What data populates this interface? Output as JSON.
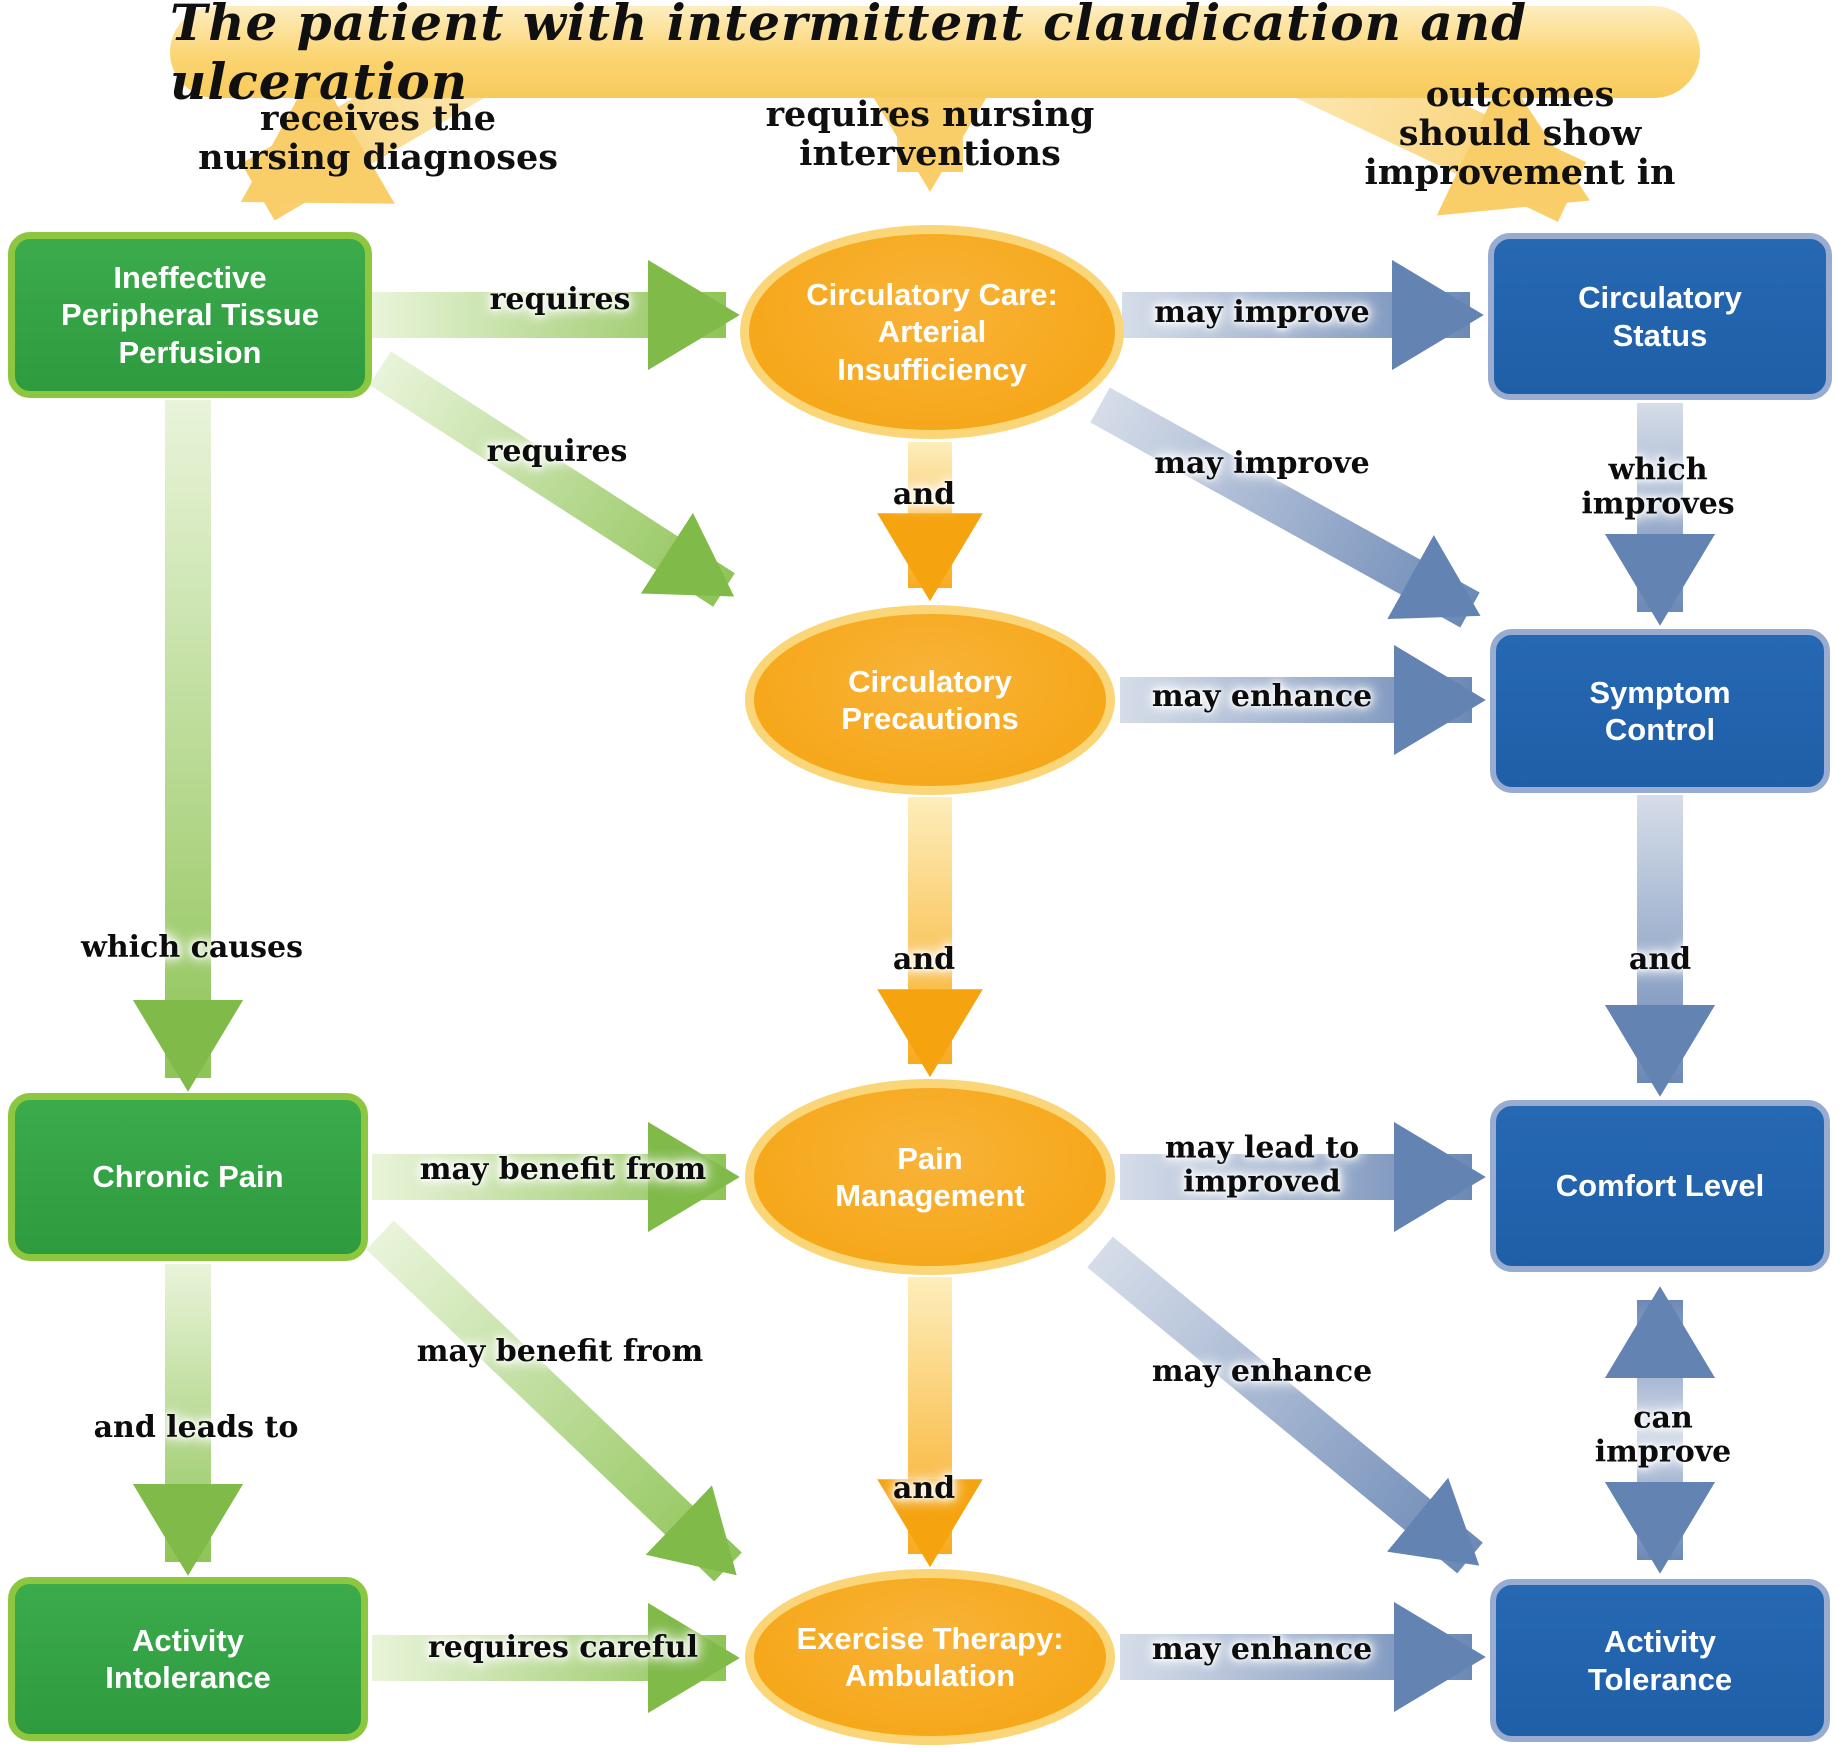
{
  "title": "The patient with intermittent claudication and ulceration",
  "headers": {
    "left": "receives the\nnursing diagnoses",
    "center": "requires nursing\ninterventions",
    "right": "outcomes should show\nimprovement in"
  },
  "diagnoses": [
    {
      "label": "Ineffective\nPeripheral Tissue\nPerfusion"
    },
    {
      "label": "Chronic Pain"
    },
    {
      "label": "Activity\nIntolerance"
    }
  ],
  "interventions": [
    {
      "label": "Circulatory Care:\nArterial\nInsufficiency"
    },
    {
      "label": "Circulatory\nPrecautions"
    },
    {
      "label": "Pain\nManagement"
    },
    {
      "label": "Exercise Therapy:\nAmbulation"
    }
  ],
  "outcomes": [
    {
      "label": "Circulatory\nStatus"
    },
    {
      "label": "Symptom\nControl"
    },
    {
      "label": "Comfort Level"
    },
    {
      "label": "Activity\nTolerance"
    }
  ],
  "edges": {
    "perfusion_to_care": "requires",
    "perfusion_to_precautions": "requires",
    "perfusion_to_chronic": "which causes",
    "chronic_to_painmgmt": "may benefit from",
    "chronic_to_exercise": "may benefit from",
    "chronic_to_intolerance": "and leads to",
    "intolerance_to_exercise": "requires careful",
    "care_to_precautions": "and",
    "precautions_to_painmgmt": "and",
    "painmgmt_to_exercise": "and",
    "care_to_status": "may improve",
    "care_to_symptom": "may improve",
    "status_to_symptom": "which improves",
    "precautions_to_symptom": "may enhance",
    "symptom_to_comfort": "and",
    "painmgmt_to_comfort": "may lead to\nimproved",
    "painmgmt_to_tolerance": "may enhance",
    "comfort_to_tolerance": "can improve",
    "exercise_to_tolerance": "may enhance"
  },
  "colors": {
    "green": "#2e9b3e",
    "green_border": "#8dc63f",
    "blue": "#1f5fa8",
    "blue_border": "#97acd0",
    "orange": "#f5a30f",
    "orange_border": "#fbd678",
    "gold": "#fbd572"
  }
}
